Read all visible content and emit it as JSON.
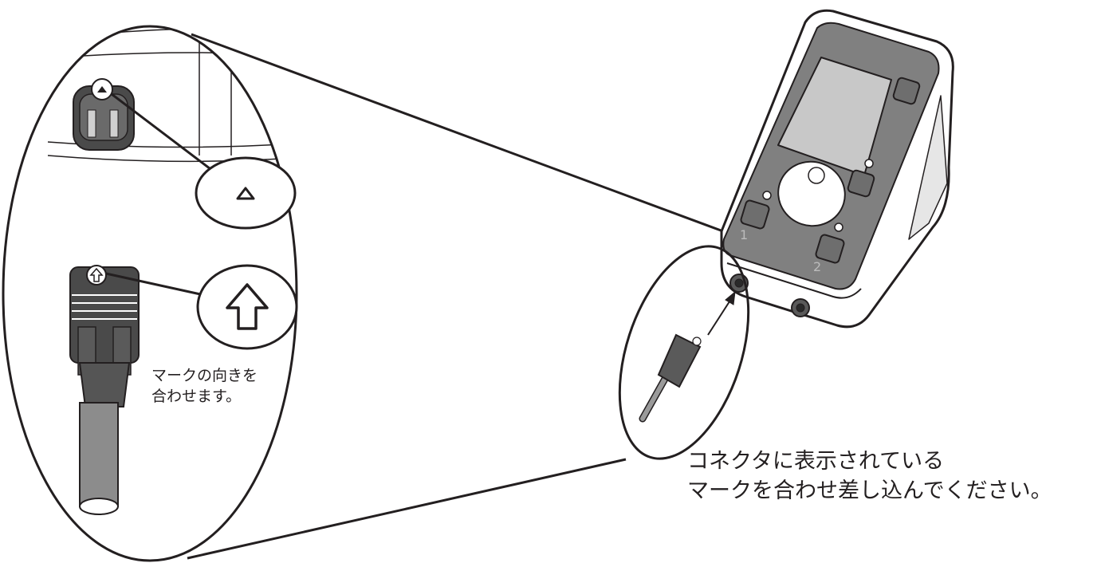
{
  "instruction": {
    "small_note_lines": [
      "マークの向きを",
      "合わせます。"
    ],
    "main_note_lines": [
      "コネクタに表示されている",
      "マークを合わせ差し込んでください。"
    ]
  },
  "panel": {
    "port_labels": [
      "1",
      "2"
    ]
  },
  "icons": {
    "socket_mark": "triangle-mark-icon",
    "plug_mark": "up-arrow-mark-icon",
    "insert_direction": "insert-arrow-icon"
  },
  "colors": {
    "line": "#231f20",
    "panel_face": "#808080",
    "screen": "#c8c8c8",
    "knob": "#ffffff"
  }
}
